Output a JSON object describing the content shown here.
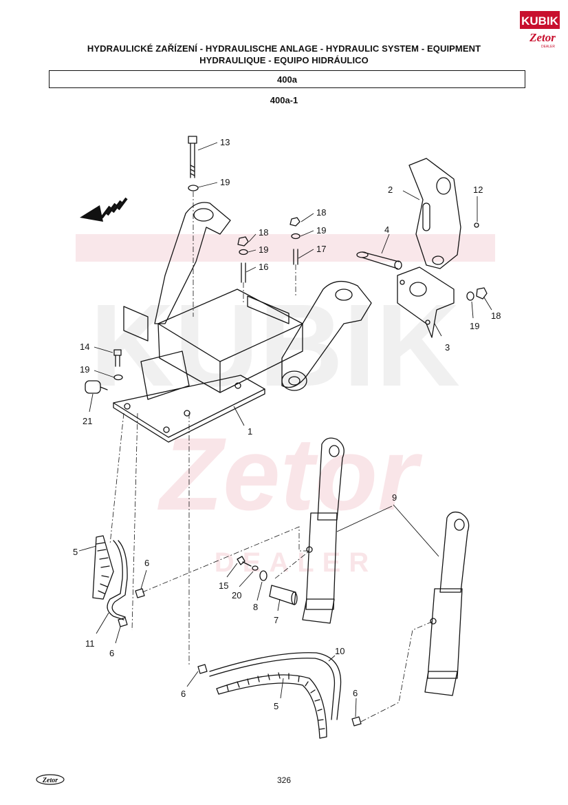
{
  "header": {
    "title_line1": "HYDRAULICKÉ ZAŘÍZENÍ - HYDRAULISCHE ANLAGE - HYDRAULIC SYSTEM - EQUIPMENT",
    "title_line2": "HYDRAULIQUE - EQUIPO HIDRÁULICO",
    "section": "400a",
    "subsection": "400a-1"
  },
  "logo": {
    "brand_top": "KUBIK",
    "brand_bottom": "Zetor",
    "tagline": "DEALER"
  },
  "watermark": {
    "brand": "KUBIK",
    "zetor": "Zetor",
    "dealer": "DEALER"
  },
  "parts": {
    "p1": "1",
    "p2": "2",
    "p3": "3",
    "p4": "4",
    "p5a": "5",
    "p5b": "5",
    "p6a": "6",
    "p6b": "6",
    "p6c": "6",
    "p6d": "6",
    "p7": "7",
    "p8": "8",
    "p9": "9",
    "p10": "10",
    "p11": "11",
    "p12": "12",
    "p13": "13",
    "p14": "14",
    "p15": "15",
    "p16": "16",
    "p17": "17",
    "p18a": "18",
    "p18b": "18",
    "p18c": "18",
    "p19a": "19",
    "p19b": "19",
    "p19c": "19",
    "p19d": "19",
    "p19e": "19",
    "p20": "20",
    "p21": "21"
  },
  "footer": {
    "page_number": "326",
    "logo_text": "Zetor"
  }
}
